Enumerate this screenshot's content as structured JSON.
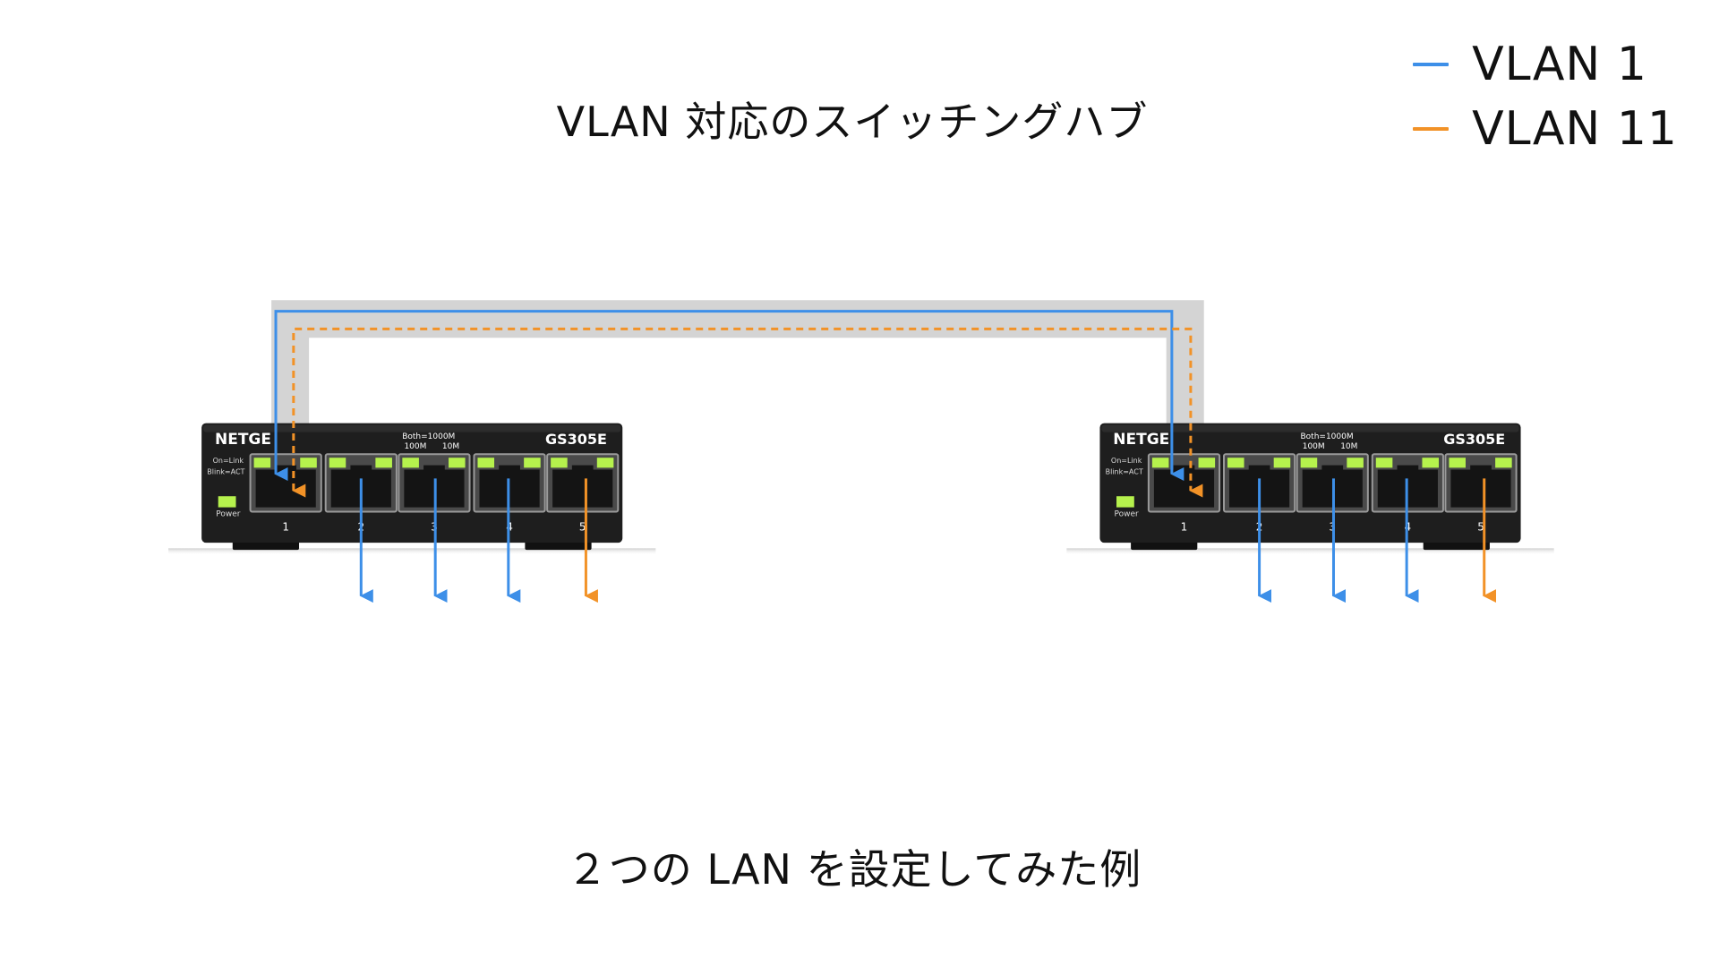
{
  "title": "VLAN 対応のスイッチングハブ",
  "caption": "２つの LAN を設定してみた例",
  "legend": [
    {
      "label": "VLAN 1",
      "color": "#3d8fe8"
    },
    {
      "label": "VLAN 11",
      "color": "#f29227"
    }
  ],
  "colors": {
    "vlan1": "#3d8fe8",
    "vlan11": "#f29227",
    "uplink_cable": "#d4d4d4",
    "switch_body": "#1e1e1e",
    "led": "#b6f24d"
  },
  "switches": [
    {
      "brand": "NETGE",
      "model": "GS305E",
      "speed_top": "Both=1000M",
      "speed_100": "100M",
      "speed_10": "10M",
      "status_on": "On=Link",
      "status_blink": "Blink=ACT",
      "power": "Power",
      "ports": [
        "1",
        "2",
        "3",
        "4",
        "5"
      ],
      "port_vlans": [
        "trunk",
        "VLAN 1",
        "VLAN 1",
        "VLAN 1",
        "VLAN 11"
      ]
    },
    {
      "brand": "NETGE",
      "model": "GS305E",
      "speed_top": "Both=1000M",
      "speed_100": "100M",
      "speed_10": "10M",
      "status_on": "On=Link",
      "status_blink": "Blink=ACT",
      "power": "Power",
      "ports": [
        "1",
        "2",
        "3",
        "4",
        "5"
      ],
      "port_vlans": [
        "trunk",
        "VLAN 1",
        "VLAN 1",
        "VLAN 1",
        "VLAN 11"
      ]
    }
  ]
}
